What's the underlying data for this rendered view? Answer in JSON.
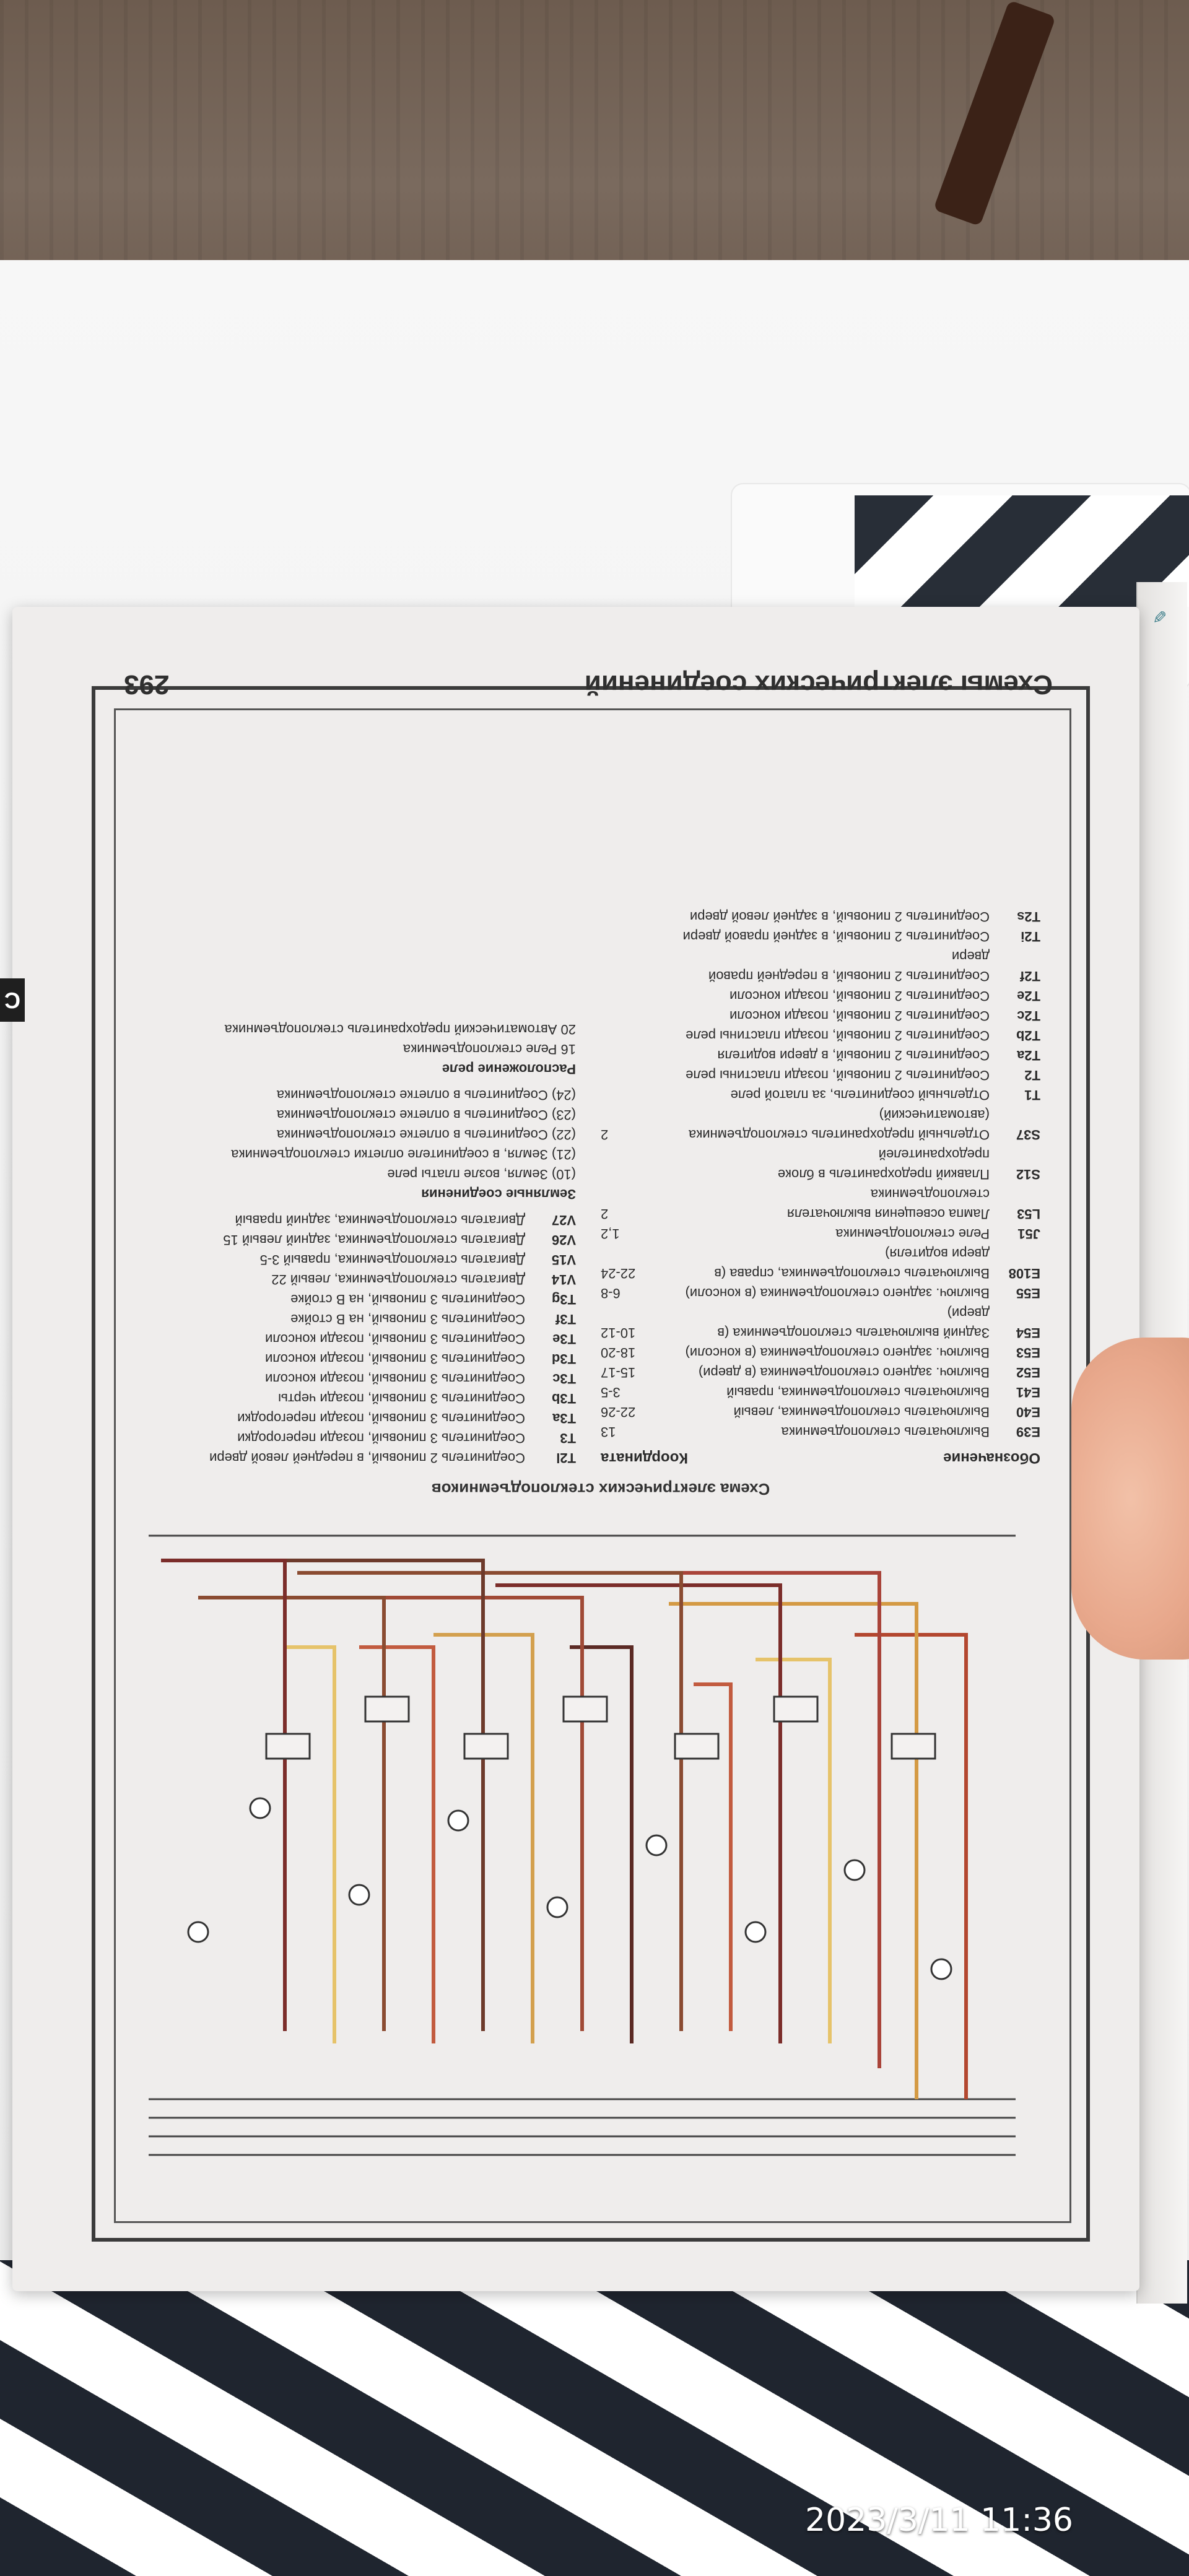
{
  "timestamp": "2023/3/11 11:36",
  "book_page": {
    "header": {
      "title": "Схемы электрических соединений",
      "number": "293"
    },
    "diagram_title": "Схема электрических стеклоподъемников",
    "side_marker": "С",
    "legend": {
      "left_col": {
        "heading_code": "Обозначение",
        "heading_coord": "Координата",
        "items": [
          {
            "code": "E39",
            "desc": "Выключатель стеклоподъемника",
            "coord": "13"
          },
          {
            "code": "E40",
            "desc": "Выключатель стеклоподъемника, левый",
            "coord": "22-26"
          },
          {
            "code": "E41",
            "desc": "Выключатель стеклоподъемника, правый",
            "coord": "3-5"
          },
          {
            "code": "E52",
            "desc": "Выключ. заднего стеклоподъемника (в двери)",
            "coord": "15-17"
          },
          {
            "code": "E53",
            "desc": "Выключ. заднего стеклоподъемника (в консоли)",
            "coord": "18-20"
          },
          {
            "code": "E54",
            "desc": "Задний выключатель стеклоподъемника (в двери)",
            "coord": "10-12"
          },
          {
            "code": "E55",
            "desc": "Выключ. заднего стеклоподъемника (в консоли)",
            "coord": "6-8"
          },
          {
            "code": "E108",
            "desc": "Выключатель стеклоподъемника, справа (в двери водителя)",
            "coord": "22-24"
          },
          {
            "code": "J51",
            "desc": "Реле стеклоподъемника",
            "coord": "1,2"
          },
          {
            "code": "L53",
            "desc": "Лампа освещения выключателя стеклоподъемника",
            "coord": "2"
          },
          {
            "code": "S12",
            "desc": "Плавкий предохранитель в блоке предохранителей",
            "coord": ""
          },
          {
            "code": "S37",
            "desc": "Отдельный предохранитель стеклоподъемника (автоматический)",
            "coord": "2"
          },
          {
            "code": "T1",
            "desc": "Отдельный соединитель, за платой реле",
            "coord": ""
          },
          {
            "code": "T2",
            "desc": "Соединитель 2 пиновый, позади пластины реле",
            "coord": ""
          },
          {
            "code": "T2a",
            "desc": "Соединитель 2 пиновый, в двери водителя",
            "coord": ""
          },
          {
            "code": "T2b",
            "desc": "Соединитель 2 пиновый, позади пластины реле",
            "coord": ""
          },
          {
            "code": "T2c",
            "desc": "Соединитель 2 пиновый, позади консоли",
            "coord": ""
          },
          {
            "code": "T2e",
            "desc": "Соединитель 2 пиновый, позади консоли",
            "coord": ""
          },
          {
            "code": "T2f",
            "desc": "Соединитель 2 пиновый, в передней правой двери",
            "coord": ""
          },
          {
            "code": "T2i",
            "desc": "Соединитель 2 пиновый, в задней правой двери",
            "coord": ""
          },
          {
            "code": "T2s",
            "desc": "Соединитель 2 пиновый, в задней левой двери",
            "coord": ""
          }
        ]
      },
      "right_col": {
        "items": [
          {
            "code": "T2l",
            "desc": "Соединитель 2 пиновый, в передней левой двери"
          },
          {
            "code": "T3",
            "desc": "Соединитель 3 пиновый, позади перегородки"
          },
          {
            "code": "T3a",
            "desc": "Соединитель 3 пиновый, позади перегородки"
          },
          {
            "code": "T3b",
            "desc": "Соединитель 3 пиновый, позади черты"
          },
          {
            "code": "T3c",
            "desc": "Соединитель 3 пиновый, позади консоли"
          },
          {
            "code": "T3d",
            "desc": "Соединитель 3 пиновый, позади консоли"
          },
          {
            "code": "T3e",
            "desc": "Соединитель 3 пиновый, позади консоли"
          },
          {
            "code": "T3f",
            "desc": "Соединитель 3 пиновый, на В стойке"
          },
          {
            "code": "T3g",
            "desc": "Соединитель 3 пиновый, на В стойке"
          },
          {
            "code": "V14",
            "desc": "Двигатель стеклоподъемника, левый 22"
          },
          {
            "code": "V15",
            "desc": "Двигатель стеклоподъемника, правый 3-5"
          },
          {
            "code": "V26",
            "desc": "Двигатель стеклоподъемника, задний левый 15"
          },
          {
            "code": "V27",
            "desc": "Двигатель стеклоподъемника, задний правый"
          }
        ],
        "ground_heading": "Земляные соединения",
        "ground_items": [
          "(10) Земля, возле платы реле",
          "(21) Земля, в соединителе оплетки стеклоподъемника",
          "(22) Соединитель в оплетке стеклоподъемника",
          "(23) Соединитель в оплетке стеклоподъемника",
          "(24) Соединитель в оплетке стеклоподъемника"
        ],
        "relay_heading": "Расположение реле",
        "relay_items": [
          "16 Реле стеклоподъемника",
          "20 Автоматический предохранитель стеклоподъемника"
        ]
      }
    }
  }
}
